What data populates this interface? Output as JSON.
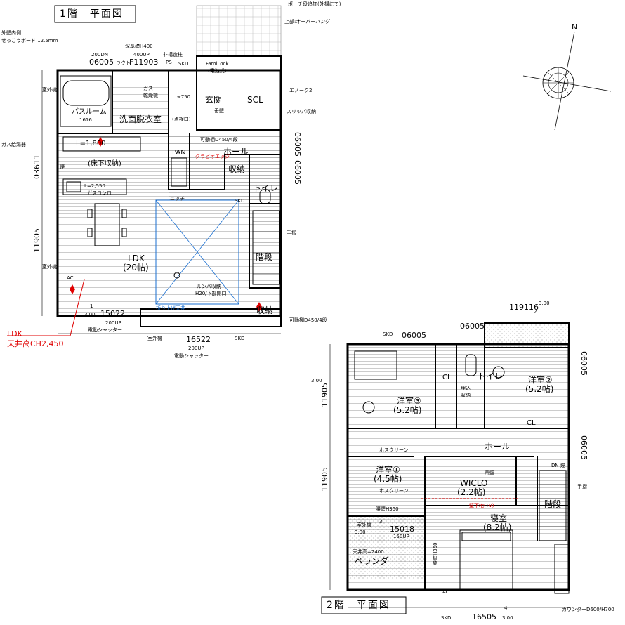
{
  "floor1": {
    "title": "1階　平面図",
    "note_wall_1": "外壁内側",
    "note_wall_2": "せっこうボード 12.5mm",
    "porch_note": "ポーチ段追加(外構にて)",
    "overhang_note": "上部:オーバーハング",
    "deep_foundation": "深基礎H400",
    "win_06005": "06005",
    "win_200dn": "200DN",
    "win_400up": "400UP",
    "win_f11903": "F11903",
    "lakuto": "ラクト",
    "pillar": "非構造柱",
    "ps": "PS",
    "familock_1": "FamiLock",
    "familock_2": "(電池式)",
    "gas_dryer_1": "ガス",
    "gas_dryer_2": "乾燥機",
    "w750": "w750",
    "entrance": "玄関",
    "hanging_wall": "垂壁",
    "scl": "SCL",
    "eneko": "エノーク2",
    "bath": "バスルーム",
    "bath_size": "1616",
    "washroom": "洗面脱衣室",
    "inspection": "(点検口)",
    "slipper": "スリッパ収納",
    "outdoor_1": "室外機",
    "gas_heater": "ガス給湯器",
    "l1800": "L=1,800",
    "movable_shelf_1": "可動棚D450/4段",
    "pan": "PAN",
    "grade_bar": "グラビオエッジ",
    "hall": "ホール",
    "storage": "収納",
    "toilet": "トイレ",
    "win_03611": "03611",
    "underfloor": "(床下収納)",
    "smoke": "煙",
    "kitchen_l": "L=2,550",
    "gas_stove": "ガスコンロ",
    "niche": "ニッチ",
    "stairs": "階段",
    "handrail": "手摺",
    "win_11905": "11905",
    "ldk": "LDK",
    "ldk_size": "(20帖)",
    "outdoor_2": "室外機",
    "roomba_1": "ルンバ収納",
    "roomba_2": "H20/下部開口",
    "fold_ceiling": "折り上げ天井",
    "storage2": "収納",
    "movable_shelf_2": "可動棚D450/4段",
    "win_15022": "15022",
    "up200": "200UP",
    "shutter": "電動シャッター",
    "ac": "AC",
    "badge_300": "3.00",
    "badge_1": "1",
    "win_16522": "16522",
    "outdoor_3": "室外機",
    "ldk_note_1": "LDK",
    "ldk_note_2": "天井高CH2,450",
    "skd": "SKD",
    "win_06005_r": "06005",
    "win_06005_r2": "06005"
  },
  "floor2": {
    "title": "2階　平面図",
    "win_119116": "119116",
    "badge_2": "2",
    "badge_300": "3.00",
    "win_06005_top": "06005",
    "win_06005_top2": "06005",
    "cl": "CL",
    "toilet": "トイレ",
    "builtin_1": "埋込",
    "builtin_2": "収納",
    "yoshitsu2": "洋室②",
    "yoshitsu2_size": "(5.2帖)",
    "yoshitsu3": "洋室③",
    "yoshitsu3_size": "(5.2帖)",
    "win_11905": "11905",
    "win_11905_b": "11905",
    "cl2": "CL",
    "hall": "ホール",
    "screen_1": "ホスクリーン",
    "screen_2": "ホスクリーン",
    "yoshitsu1": "洋室①",
    "yoshitsu1_size": "(4.5帖)",
    "wiclo": "WICLO",
    "wiclo_size": "(2.2帖)",
    "hanging_wall": "吊壁",
    "dn": "DN",
    "smoke": "煙",
    "stairs": "階段",
    "handrail": "手摺",
    "wall_base": "壁下地(TV)",
    "waist_1": "腰壁H350",
    "win_15018": "15018",
    "up150": "150UP",
    "bedroom": "寝室",
    "bedroom_size": "(8.2帖)",
    "ceiling_h": "天井高=2400",
    "veranda": "ベランダ",
    "waist_2": "腰壁H350",
    "win_16505": "16505",
    "badge_4": "4",
    "badge_3": "3",
    "counter": "カウンターD600/H700",
    "ac": "AC",
    "skd": "SKD",
    "outdoor": "室外機",
    "win_06005_r": "06005",
    "win_06005_r2": "06005"
  },
  "compass": {
    "north": "N"
  }
}
